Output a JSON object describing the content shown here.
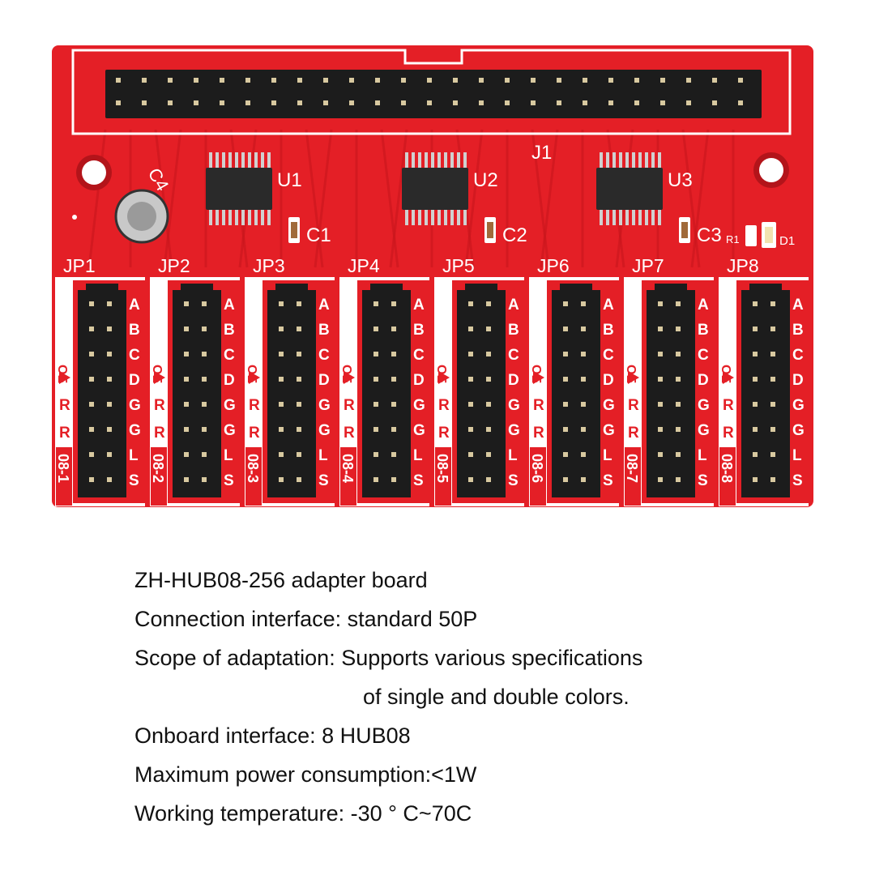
{
  "colors": {
    "board": "#e41f26",
    "board_dark": "#b3141a",
    "trace": "#c8161c",
    "silkscreen": "#ffffff",
    "header_black": "#1c1c1c",
    "pin_gold": "#d8c9a0",
    "text": "#111111"
  },
  "board": {
    "main_connector_label": "J1",
    "main_connector_pins_per_row": 25,
    "chips": [
      {
        "label": "U1",
        "cap_label": "C1"
      },
      {
        "label": "U2",
        "cap_label": "C2"
      },
      {
        "label": "U3",
        "cap_label": "C3"
      }
    ],
    "capacitor_label": "C4",
    "resistor_label": "R1",
    "led_label": "D1",
    "ports": [
      {
        "label": "JP1",
        "id": "08-1"
      },
      {
        "label": "JP2",
        "id": "08-2"
      },
      {
        "label": "JP3",
        "id": "08-3"
      },
      {
        "label": "JP4",
        "id": "08-4"
      },
      {
        "label": "JP5",
        "id": "08-5"
      },
      {
        "label": "JP6",
        "id": "08-6"
      },
      {
        "label": "JP7",
        "id": "08-7"
      },
      {
        "label": "JP8",
        "id": "08-8"
      }
    ],
    "right_pin_letters": [
      "A",
      "B",
      "C",
      "D",
      "G",
      "G",
      "L",
      "S"
    ],
    "left_pin_letters": [
      "OE",
      "R",
      "R"
    ]
  },
  "specs": {
    "title": "ZH-HUB08-256 adapter board",
    "interface": "Connection interface: standard 50P",
    "scope": "Scope of adaptation: Supports various specifications",
    "scope_cont": "of single and double colors.",
    "onboard": "Onboard interface: 8 HUB08",
    "power": "Maximum power consumption:<1W",
    "temperature": "Working temperature: -30 ° C~70C"
  }
}
